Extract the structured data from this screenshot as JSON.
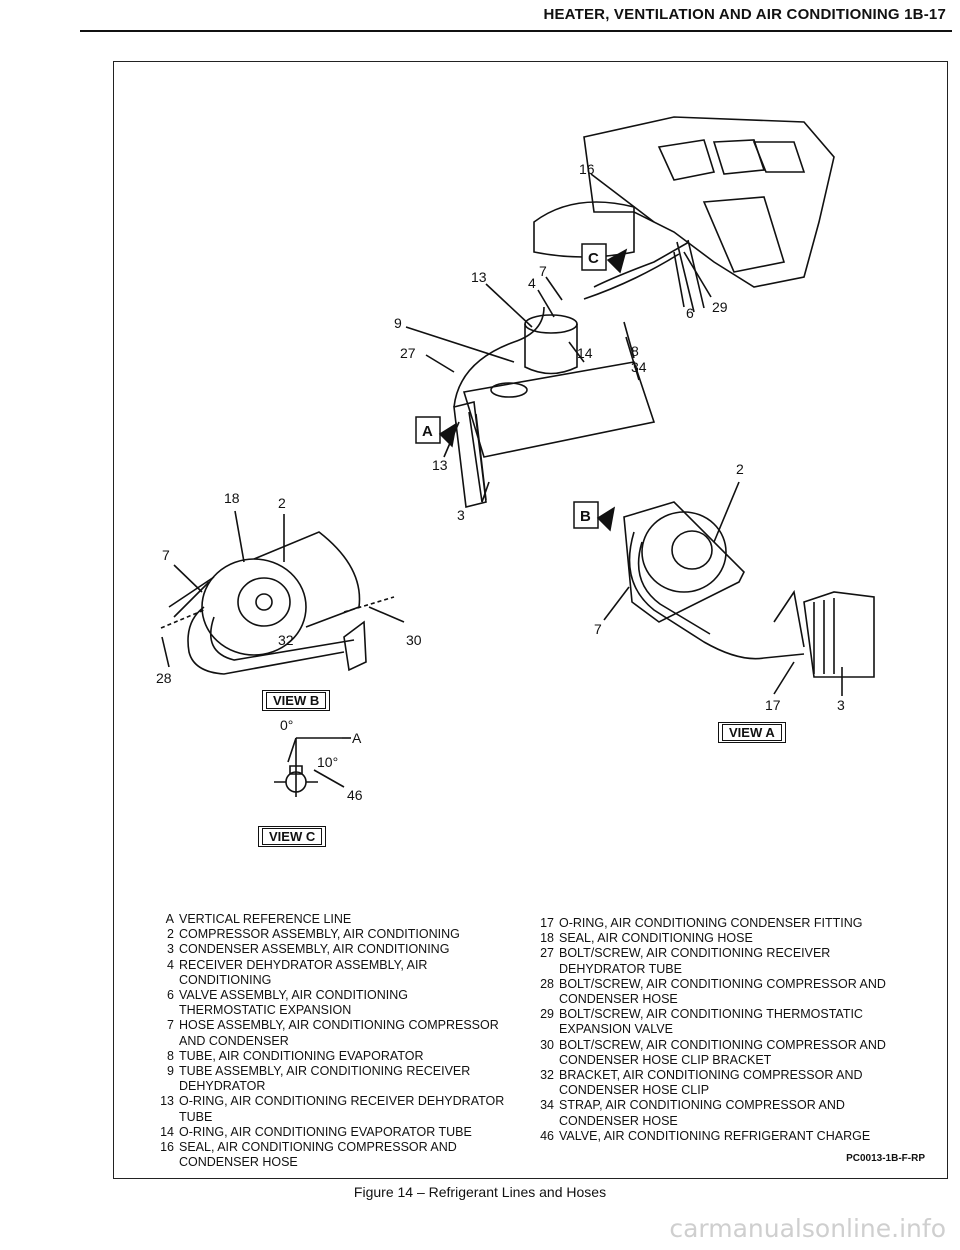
{
  "header": {
    "title": "HEATER, VENTILATION AND AIR CONDITIONING 1B-17"
  },
  "views": {
    "view_b": "VIEW B",
    "view_a": "VIEW A",
    "view_c": "VIEW C",
    "angle_zero": "0°",
    "angle_ten": "10°",
    "marker_a": "A",
    "marker_b": "B",
    "marker_c": "C"
  },
  "callouts": [
    "16",
    "13",
    "7",
    "4",
    "9",
    "27",
    "14",
    "8",
    "34",
    "6",
    "29",
    "13",
    "3",
    "2",
    "18",
    "2",
    "7",
    "32",
    "30",
    "28",
    "7",
    "17",
    "3",
    "46",
    "A"
  ],
  "legend_left": [
    {
      "key": "A",
      "text": "VERTICAL REFERENCE LINE"
    },
    {
      "key": "2",
      "text": "COMPRESSOR ASSEMBLY, AIR CONDITIONING"
    },
    {
      "key": "3",
      "text": "CONDENSER ASSEMBLY, AIR CONDITIONING"
    },
    {
      "key": "4",
      "text": "RECEIVER DEHYDRATOR ASSEMBLY, AIR\nCONDITIONING"
    },
    {
      "key": "6",
      "text": "VALVE ASSEMBLY, AIR CONDITIONING\nTHERMOSTATIC EXPANSION"
    },
    {
      "key": "7",
      "text": "HOSE ASSEMBLY, AIR CONDITIONING COMPRESSOR\nAND CONDENSER"
    },
    {
      "key": "8",
      "text": "TUBE, AIR CONDITIONING EVAPORATOR"
    },
    {
      "key": "9",
      "text": "TUBE ASSEMBLY, AIR CONDITIONING RECEIVER\nDEHYDRATOR"
    },
    {
      "key": "13",
      "text": "O-RING, AIR CONDITIONING RECEIVER DEHYDRATOR\nTUBE"
    },
    {
      "key": "14",
      "text": "O-RING, AIR CONDITIONING EVAPORATOR TUBE"
    },
    {
      "key": "16",
      "text": "SEAL, AIR CONDITIONING COMPRESSOR AND\nCONDENSER HOSE"
    }
  ],
  "legend_right": [
    {
      "key": "17",
      "text": "O-RING, AIR CONDITIONING CONDENSER FITTING"
    },
    {
      "key": "18",
      "text": "SEAL, AIR CONDITIONING HOSE"
    },
    {
      "key": "27",
      "text": "BOLT/SCREW, AIR CONDITIONING RECEIVER\nDEHYDRATOR TUBE"
    },
    {
      "key": "28",
      "text": "BOLT/SCREW, AIR CONDITIONING COMPRESSOR AND\nCONDENSER HOSE"
    },
    {
      "key": "29",
      "text": "BOLT/SCREW, AIR CONDITIONING THERMOSTATIC\nEXPANSION VALVE"
    },
    {
      "key": "30",
      "text": "BOLT/SCREW, AIR CONDITIONING COMPRESSOR AND\nCONDENSER HOSE CLIP BRACKET"
    },
    {
      "key": "32",
      "text": "BRACKET, AIR CONDITIONING COMPRESSOR AND\nCONDENSER HOSE CLIP"
    },
    {
      "key": "34",
      "text": "STRAP, AIR CONDITIONING COMPRESSOR AND\nCONDENSER HOSE"
    },
    {
      "key": "46",
      "text": "VALVE, AIR CONDITIONING REFRIGERANT CHARGE"
    }
  ],
  "part_code": "PC0013-1B-F-RP",
  "caption": "Figure 14 – Refrigerant Lines and Hoses",
  "watermark": "carmanualsonline.info"
}
